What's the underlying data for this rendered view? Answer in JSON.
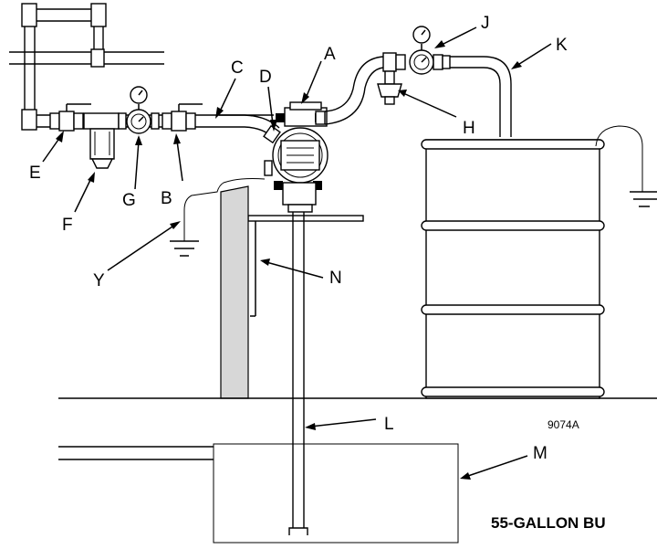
{
  "labels": {
    "A": "A",
    "B": "B",
    "C": "C",
    "D": "D",
    "E": "E",
    "F": "F",
    "G": "G",
    "H": "H",
    "J": "J",
    "K": "K",
    "L": "L",
    "M": "M",
    "N": "N",
    "Y": "Y"
  },
  "figure_code": "9074A",
  "caption": "55-GALLON BU"
}
